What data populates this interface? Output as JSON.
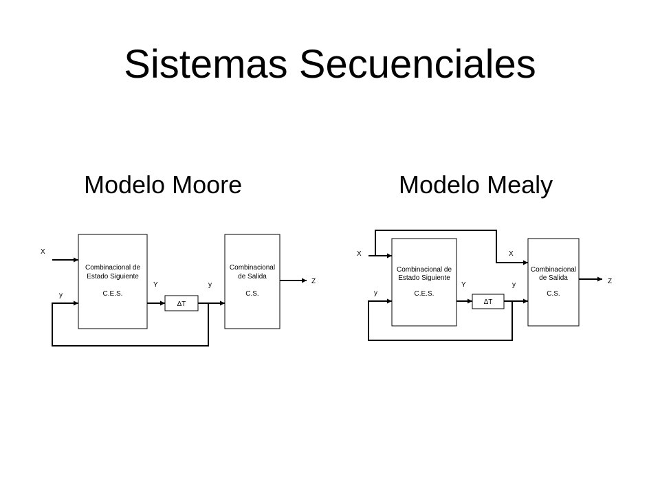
{
  "title": "Sistemas Secuenciales",
  "moore": {
    "title": "Modelo Moore",
    "input_x": "X",
    "feedback_y": "y",
    "next_state_block": {
      "line1": "Combinacional de",
      "line2": "Estado Siguiente",
      "abbr": "C.E.S."
    },
    "Y_label": "Y",
    "delay_block": "ΔT",
    "y_label": "y",
    "output_block": {
      "line1": "Combinacional",
      "line2": "de Salida",
      "abbr": "C.S."
    },
    "output_z": "Z"
  },
  "mealy": {
    "title": "Modelo Mealy",
    "input_x": "X",
    "feedback_y": "y",
    "next_state_block": {
      "line1": "Combinacional de",
      "line2": "Estado Siguiente",
      "abbr": "C.E.S."
    },
    "Y_label": "Y",
    "delay_block": "ΔT",
    "y_label": "y",
    "x_to_output": "X",
    "output_block": {
      "line1": "Combinacional",
      "line2": "de Salida",
      "abbr": "C.S."
    },
    "output_z": "Z"
  }
}
